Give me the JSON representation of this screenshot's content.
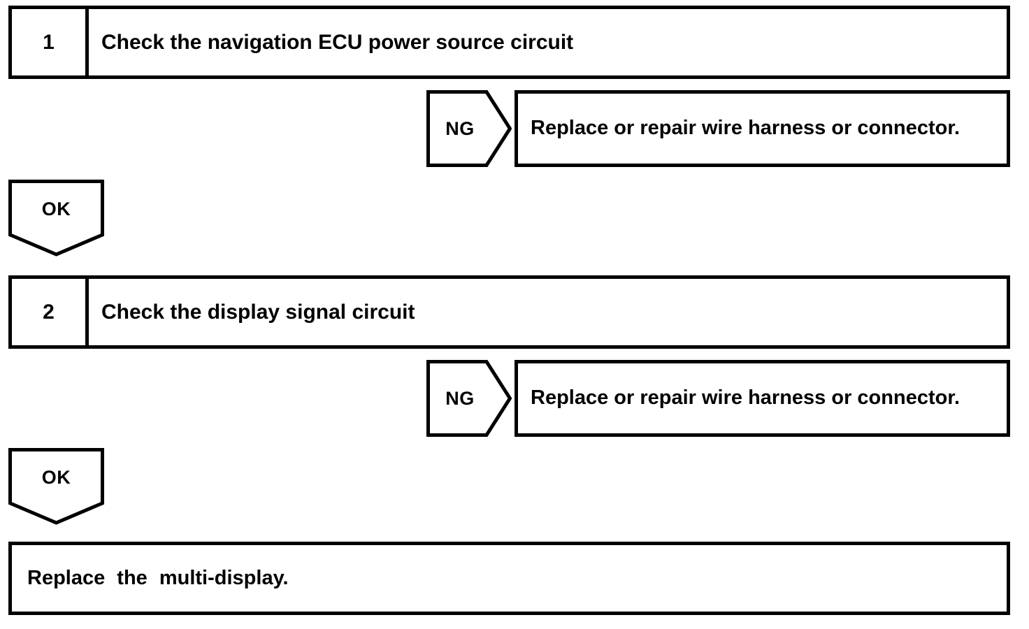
{
  "diagram": {
    "type": "troubleshooting-flowchart",
    "steps": [
      {
        "number": "1",
        "title": "Check the navigation ECU power source circuit",
        "ng": {
          "label": "NG",
          "result": "Replace or repair wire harness or connector."
        },
        "ok": {
          "label": "OK"
        }
      },
      {
        "number": "2",
        "title": "Check the display signal circuit",
        "ng": {
          "label": "NG",
          "result": "Replace or repair wire harness or connector."
        },
        "ok": {
          "label": "OK"
        }
      }
    ],
    "final": {
      "text": "Replace  the  multi-display."
    },
    "colors": {
      "stroke": "#000000",
      "fill": "#ffffff",
      "text": "#000000"
    }
  }
}
